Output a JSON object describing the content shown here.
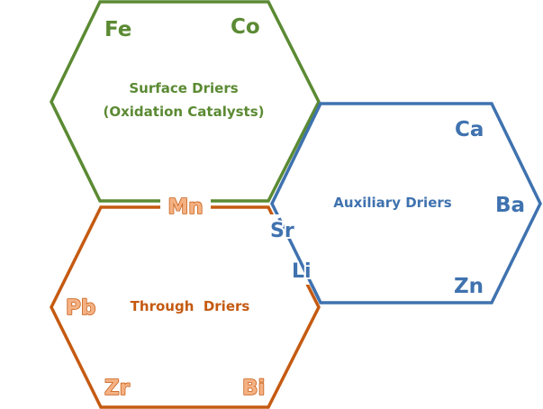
{
  "colors": {
    "green": "#5b8a33",
    "orange": "#c55a11",
    "orange_fill": "#f4b183",
    "blue": "#3f72af"
  },
  "surface_driers": {
    "title_line1": "Surface Driers",
    "title_line2": "(Oxidation Catalysts)",
    "elements": [
      "Fe",
      "Co"
    ]
  },
  "through_driers": {
    "title": "Through  Driers",
    "elements": [
      "Pb",
      "Zr",
      "Bi"
    ]
  },
  "auxiliary_driers": {
    "title": "Auxiliary Driers",
    "elements": [
      "Ca",
      "Ba",
      "Zn"
    ]
  },
  "shared_elements": {
    "surface_through": "Mn",
    "auxiliary_through": [
      "Sr",
      "Li"
    ]
  }
}
